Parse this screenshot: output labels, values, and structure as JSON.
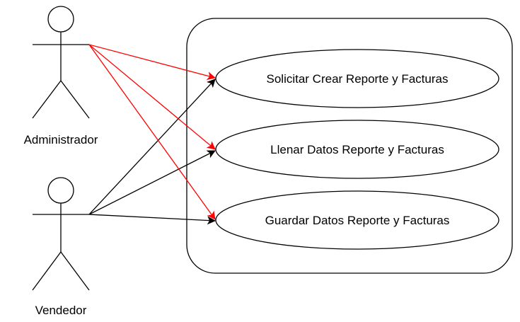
{
  "diagram": {
    "actors": [
      {
        "id": "admin",
        "label": "Administrador"
      },
      {
        "id": "vendor",
        "label": "Vendedor"
      }
    ],
    "use_cases": [
      {
        "id": "uc1",
        "label": "Solicitar Crear Reporte y Facturas"
      },
      {
        "id": "uc2",
        "label": "Llenar Datos Reporte y Facturas"
      },
      {
        "id": "uc3",
        "label": "Guardar Datos Reporte y Facturas"
      }
    ],
    "associations": [
      {
        "from": "admin",
        "to": "uc1",
        "color": "#ff0000"
      },
      {
        "from": "admin",
        "to": "uc2",
        "color": "#ff0000"
      },
      {
        "from": "admin",
        "to": "uc3",
        "color": "#ff0000"
      },
      {
        "from": "vendor",
        "to": "uc1",
        "color": "#000000"
      },
      {
        "from": "vendor",
        "to": "uc2",
        "color": "#000000"
      },
      {
        "from": "vendor",
        "to": "uc3",
        "color": "#000000"
      }
    ],
    "colors": {
      "admin_arrow": "#ff0000",
      "vendor_arrow": "#000000",
      "stroke": "#000000",
      "background": "#ffffff"
    }
  }
}
